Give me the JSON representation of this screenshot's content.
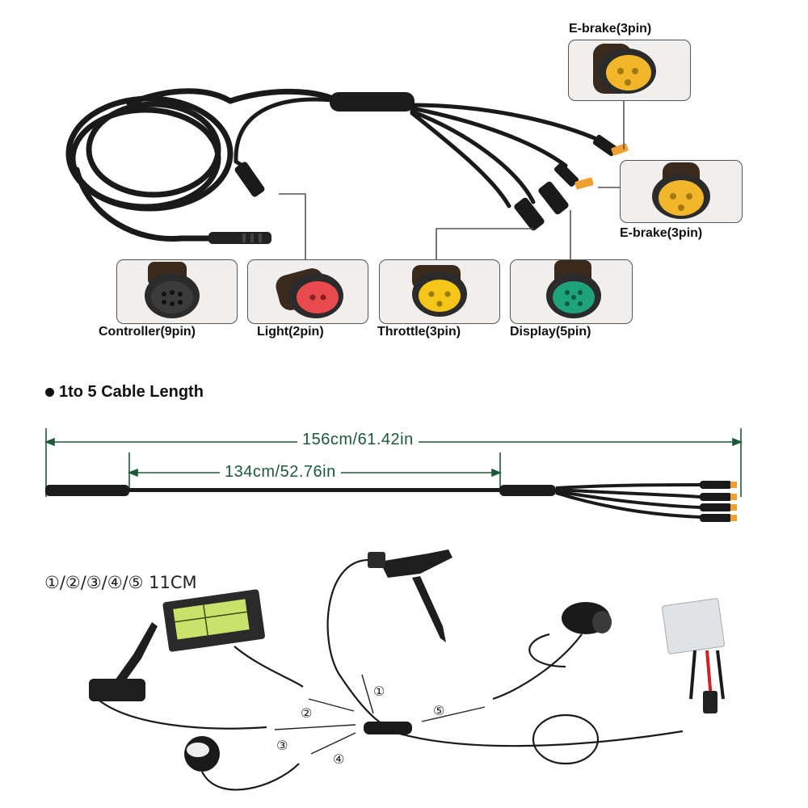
{
  "top_diagram": {
    "connectors": [
      {
        "label": "E-brake(3pin)",
        "color": "#f1b62a"
      },
      {
        "label": "E-brake(3pin)",
        "color": "#f1b62a"
      },
      {
        "label": "Controller(9pin)",
        "color": "#2b2b2b"
      },
      {
        "label": "Light(2pin)",
        "color": "#e84a4e"
      },
      {
        "label": "Throttle(3pin)",
        "color": "#f5c518"
      },
      {
        "label": "Display(5pin)",
        "color": "#1fa37a"
      }
    ]
  },
  "cable_length": {
    "heading": "1to 5 Cable Length",
    "total_length": "156cm/61.42in",
    "main_length": "134cm/52.76in",
    "dimension_color": "#1d5a3a"
  },
  "wiring": {
    "branch_lengths": "①/②/③/④/⑤   11CM",
    "markers": [
      "①",
      "②",
      "③",
      "④",
      "⑤"
    ]
  }
}
